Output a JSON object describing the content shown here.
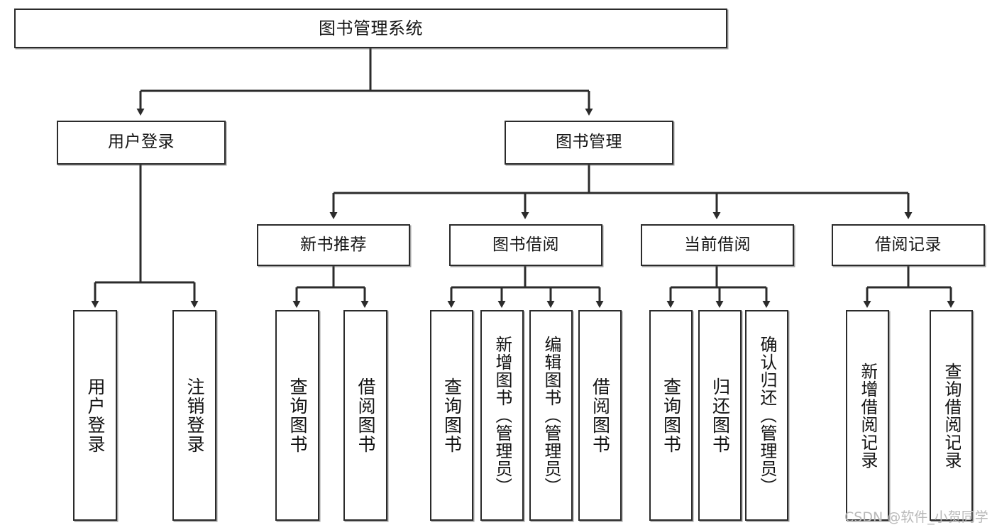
{
  "diagram": {
    "title": "图书管理系统",
    "type": "tree",
    "watermark": "CSDN @软件_小贺同学",
    "colors": {
      "box_border": "#2b2b2b",
      "box_fill": "#ffffff",
      "connector": "#2b2b2b",
      "watermark": "#b9b9b9",
      "background": "#ffffff"
    }
  },
  "nodes": {
    "root": {
      "label": "图书管理系统"
    },
    "level2": [
      {
        "label": "用户登录"
      },
      {
        "label": "图书管理"
      }
    ],
    "level3": [
      {
        "label": "新书推荐"
      },
      {
        "label": "图书借阅"
      },
      {
        "label": "当前借阅"
      },
      {
        "label": "借阅记录"
      }
    ],
    "leaves": {
      "user_login": [
        {
          "label": "用户登录"
        },
        {
          "label": "注销登录"
        }
      ],
      "new_book_recommend": [
        {
          "label": "查询图书"
        },
        {
          "label": "借阅图书"
        }
      ],
      "book_borrow": [
        {
          "label": "查询图书"
        },
        {
          "label": "新增图书（管理员）"
        },
        {
          "label": "编辑图书（管理员）"
        },
        {
          "label": "借阅图书"
        }
      ],
      "current_borrow": [
        {
          "label": "查询图书"
        },
        {
          "label": "归还图书"
        },
        {
          "label": "确认归还（管理员）"
        }
      ],
      "borrow_record": [
        {
          "label": "新增借阅记录"
        },
        {
          "label": "查询借阅记录"
        }
      ]
    }
  }
}
